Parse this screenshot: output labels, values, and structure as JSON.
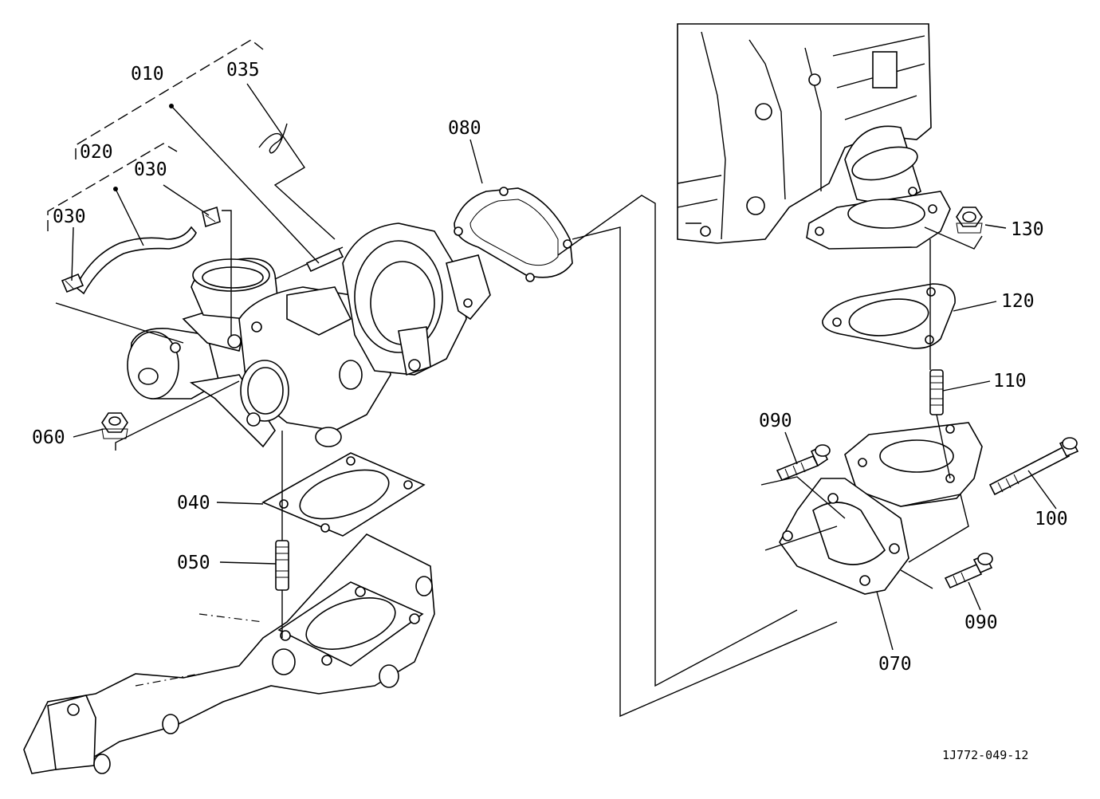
{
  "callouts": {
    "p010": "010",
    "p020": "020",
    "p030a": "030",
    "p030b": "030",
    "p035": "035",
    "p040": "040",
    "p050": "050",
    "p060": "060",
    "p070": "070",
    "p080": "080",
    "p090a": "090",
    "p090b": "090",
    "p100": "100",
    "p110": "110",
    "p120": "120",
    "p130": "130"
  },
  "drawing_code": "1J772-049-12"
}
